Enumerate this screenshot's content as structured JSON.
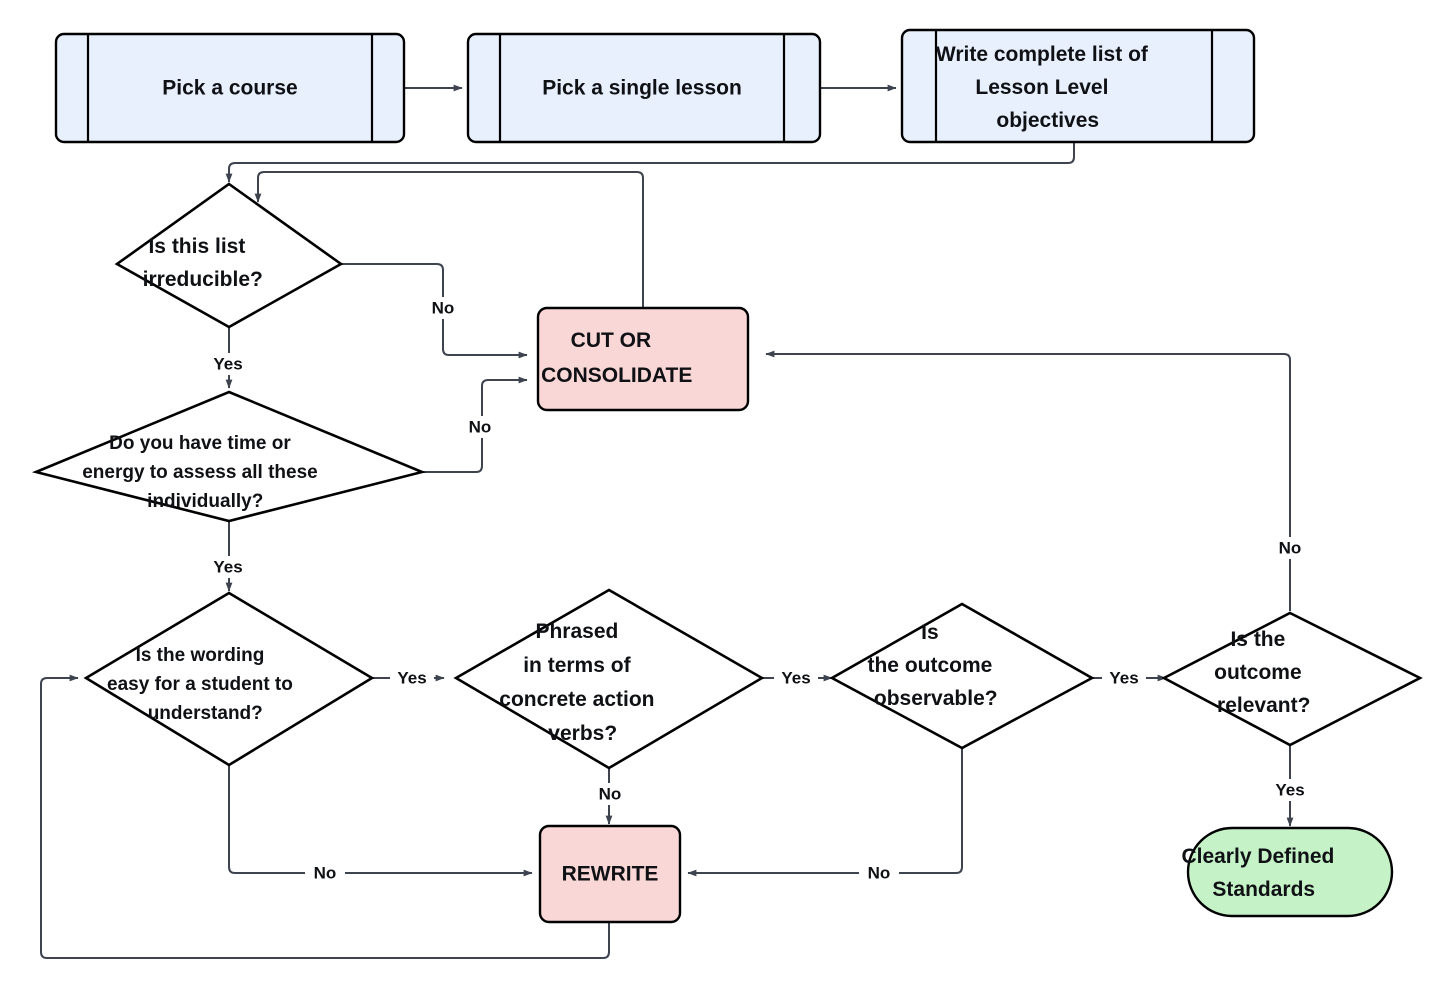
{
  "diagram": {
    "title": "Lesson Level Objectives Refinement Flowchart",
    "background": "#ffffff",
    "colors": {
      "process_fill": "#E8F0FE",
      "action_fill": "#FAD7D7",
      "terminal_fill": "#C6F2C8",
      "node_stroke": "#000000",
      "edge_stroke": "#3d4450",
      "text": "#0f1115"
    }
  },
  "nodes": {
    "pick_course": {
      "label": "Pick a course",
      "shape": "predefined-process",
      "fill": "#E8F0FE"
    },
    "pick_lesson": {
      "label": "Pick a single lesson",
      "shape": "predefined-process",
      "fill": "#E8F0FE"
    },
    "write_list": {
      "label": "Write complete list of Lesson Level objectives",
      "lines": [
        "Write complete list of",
        "Lesson Level",
        "objectives"
      ],
      "shape": "predefined-process",
      "fill": "#E8F0FE"
    },
    "irreducible": {
      "label": "Is this list irreducible?",
      "lines": [
        "Is this list",
        "irreducible?"
      ],
      "shape": "decision",
      "fill": "#ffffff"
    },
    "time_energy": {
      "label": "Do you have time or energy to assess all these individually?",
      "lines": [
        "Do you have time or",
        "energy to assess all these",
        "individually?"
      ],
      "shape": "decision",
      "fill": "#ffffff"
    },
    "cut_consolidate": {
      "label": "CUT OR CONSOLIDATE",
      "lines": [
        "CUT OR",
        "CONSOLIDATE"
      ],
      "shape": "action",
      "fill": "#FAD7D7"
    },
    "wording": {
      "label": "Is the wording easy for a student to understand?",
      "lines": [
        "Is the wording",
        "easy for a student to",
        "understand?"
      ],
      "shape": "decision",
      "fill": "#ffffff"
    },
    "action_verbs": {
      "label": "Phrased in terms of concrete action verbs?",
      "lines": [
        "Phrased",
        "in terms of",
        "concrete action",
        "verbs?"
      ],
      "shape": "decision",
      "fill": "#ffffff"
    },
    "observable": {
      "label": "Is the outcome observable?",
      "lines": [
        "Is",
        "the outcome",
        "observable?"
      ],
      "shape": "decision",
      "fill": "#ffffff"
    },
    "relevant": {
      "label": "Is the outcome relevant?",
      "lines": [
        "Is the",
        "outcome",
        "relevant?"
      ],
      "shape": "decision",
      "fill": "#ffffff"
    },
    "rewrite": {
      "label": "REWRITE",
      "lines": [
        "REWRITE"
      ],
      "shape": "action",
      "fill": "#FAD7D7"
    },
    "standards": {
      "label": "Clearly Defined Standards",
      "lines": [
        "Clearly Defined",
        "Standards"
      ],
      "shape": "terminal",
      "fill": "#C6F2C8"
    }
  },
  "edges": [
    {
      "id": "e1",
      "from": "pick_course",
      "to": "pick_lesson",
      "label": ""
    },
    {
      "id": "e2",
      "from": "pick_lesson",
      "to": "write_list",
      "label": ""
    },
    {
      "id": "e3",
      "from": "write_list",
      "to": "irreducible",
      "label": ""
    },
    {
      "id": "e4",
      "from": "irreducible",
      "to": "cut_consolidate",
      "label": "No"
    },
    {
      "id": "e5",
      "from": "irreducible",
      "to": "time_energy",
      "label": "Yes"
    },
    {
      "id": "e6",
      "from": "time_energy",
      "to": "cut_consolidate",
      "label": "No"
    },
    {
      "id": "e7",
      "from": "time_energy",
      "to": "wording",
      "label": "Yes"
    },
    {
      "id": "e8",
      "from": "cut_consolidate",
      "to": "irreducible",
      "label": ""
    },
    {
      "id": "e9",
      "from": "wording",
      "to": "action_verbs",
      "label": "Yes"
    },
    {
      "id": "e10",
      "from": "wording",
      "to": "rewrite",
      "label": "No"
    },
    {
      "id": "e11",
      "from": "action_verbs",
      "to": "observable",
      "label": "Yes"
    },
    {
      "id": "e12",
      "from": "action_verbs",
      "to": "rewrite",
      "label": "No"
    },
    {
      "id": "e13",
      "from": "observable",
      "to": "relevant",
      "label": "Yes"
    },
    {
      "id": "e14",
      "from": "observable",
      "to": "rewrite",
      "label": "No"
    },
    {
      "id": "e15",
      "from": "relevant",
      "to": "cut_consolidate",
      "label": "No"
    },
    {
      "id": "e16",
      "from": "relevant",
      "to": "standards",
      "label": "Yes"
    },
    {
      "id": "e17",
      "from": "rewrite",
      "to": "wording",
      "label": ""
    }
  ],
  "edge_labels": {
    "yes": "Yes",
    "no": "No"
  }
}
